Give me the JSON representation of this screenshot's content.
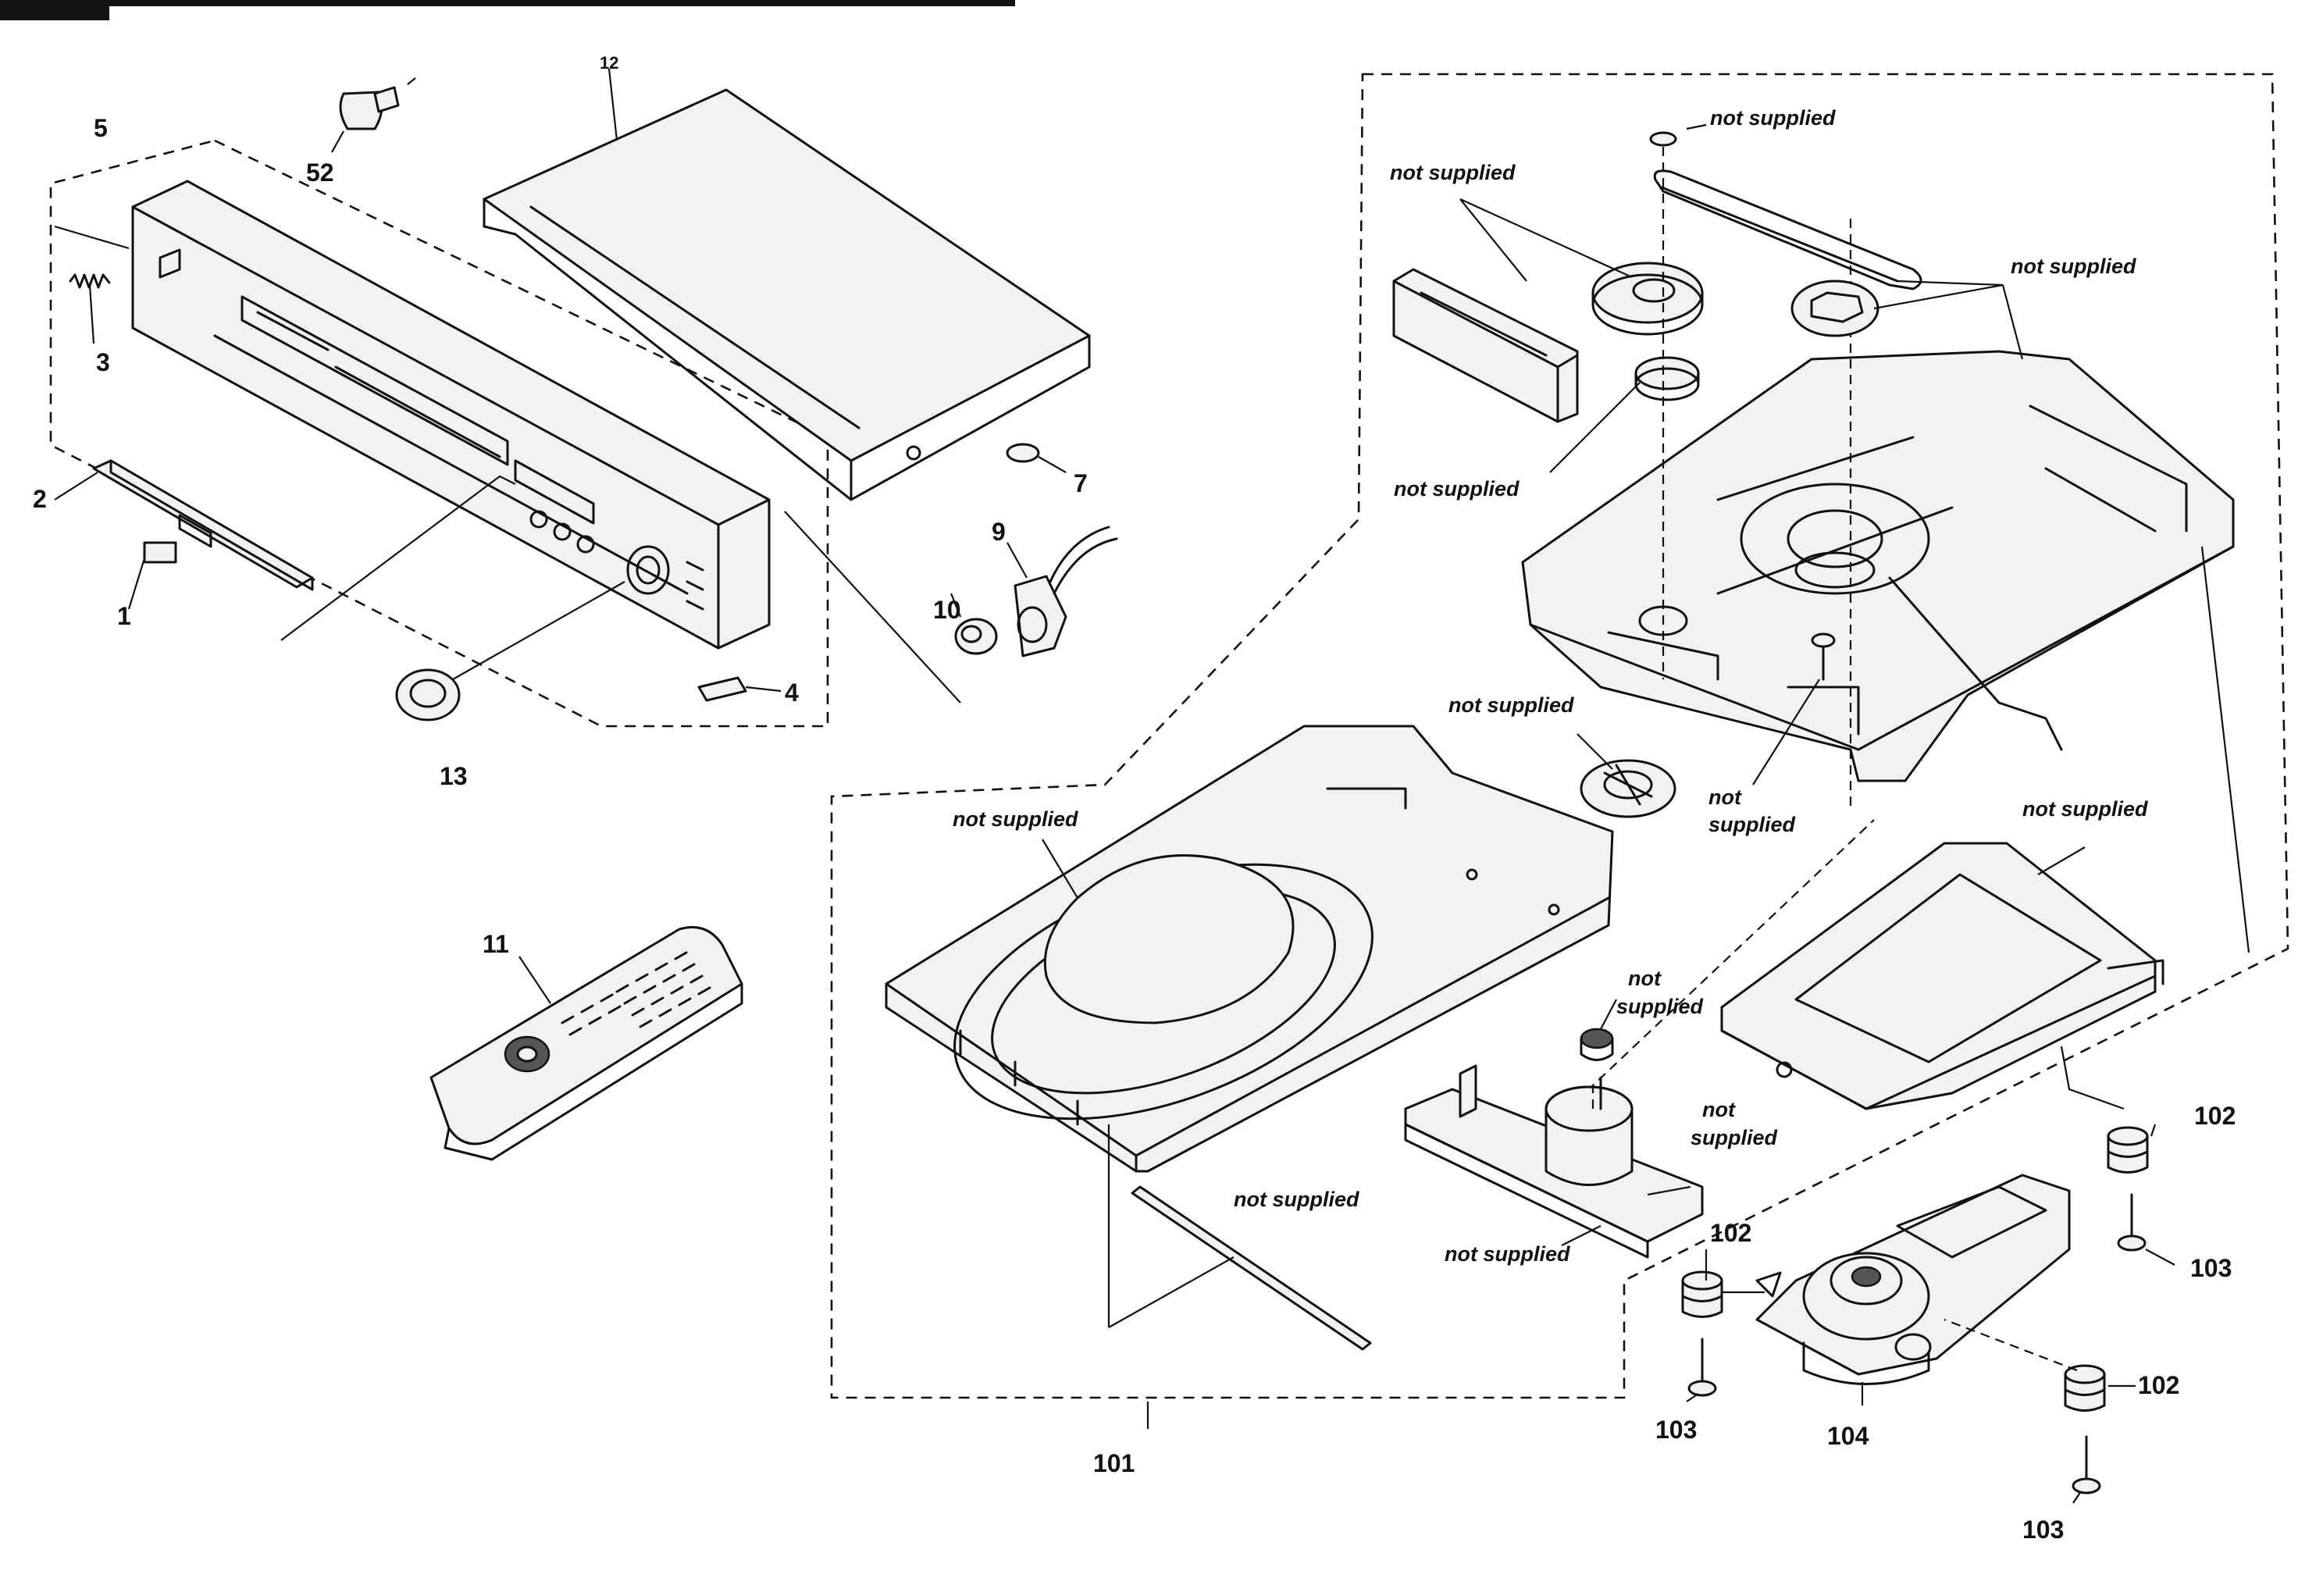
{
  "diagram": {
    "not_supplied_text": "not supplied",
    "labels": {
      "p1": "1",
      "p2": "2",
      "p3": "3",
      "p4": "4",
      "p5": "5",
      "p7": "7",
      "p9": "9",
      "p10": "10",
      "p11": "11",
      "p12": "12",
      "p13": "13",
      "p52": "52",
      "p101": "101",
      "p102a": "102",
      "p102b": "102",
      "p102c": "102",
      "p103a": "103",
      "p103b": "103",
      "p103c": "103",
      "p104": "104"
    }
  }
}
